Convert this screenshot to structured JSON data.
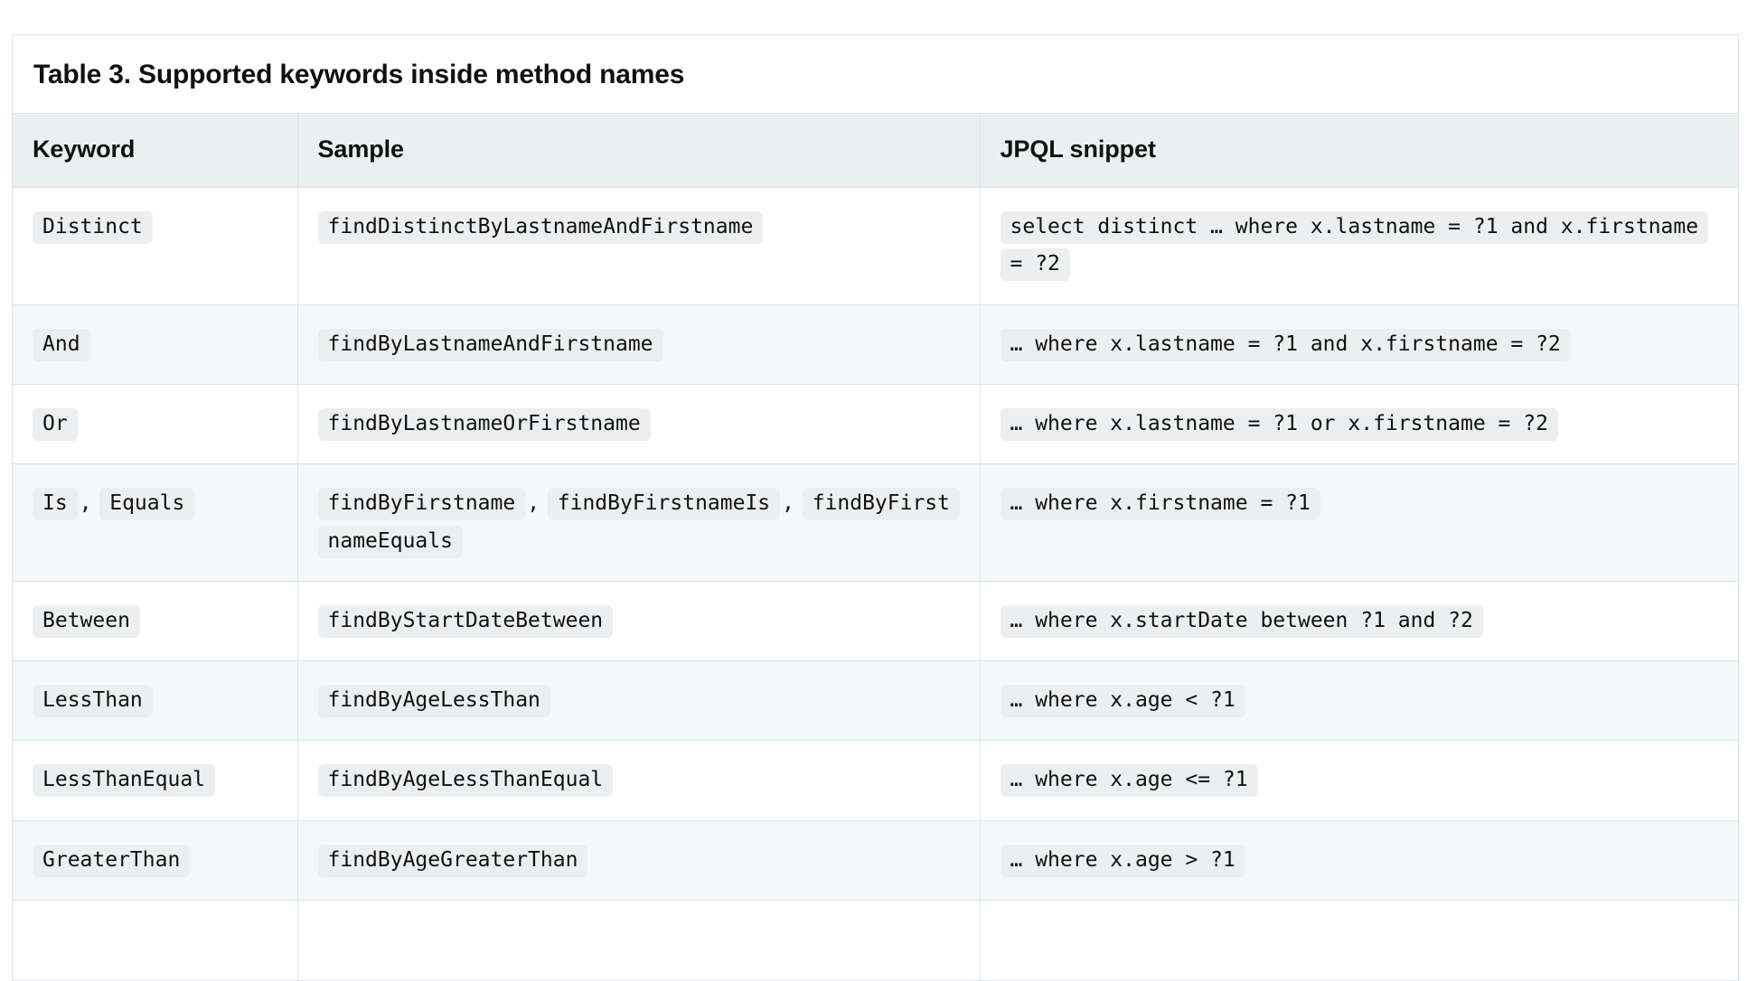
{
  "table": {
    "caption": "Table 3. Supported keywords inside method names",
    "columns": [
      "Keyword",
      "Sample",
      "JPQL snippet"
    ],
    "colors": {
      "header_bg": "#eaeff0",
      "stripe_bg": "#f5f8f9",
      "row_bg": "#ffffff",
      "border": "#dde3e5",
      "code_bg": "#eceeef",
      "text": "#101010"
    },
    "rows": [
      {
        "keyword": [
          "Distinct"
        ],
        "sample": [
          "findDistinctByLastnameAndFirstname"
        ],
        "jpql": [
          "select distinct … where x.lastname = ?1 and x.firstname = ?2"
        ]
      },
      {
        "keyword": [
          "And"
        ],
        "sample": [
          "findByLastnameAndFirstname"
        ],
        "jpql": [
          "… where x.lastname = ?1 and x.firstname = ?2"
        ]
      },
      {
        "keyword": [
          "Or"
        ],
        "sample": [
          "findByLastnameOrFirstname"
        ],
        "jpql": [
          "… where x.lastname = ?1 or x.firstname = ?2"
        ]
      },
      {
        "keyword": [
          "Is",
          "Equals"
        ],
        "sample": [
          "findByFirstname",
          "findByFirstnameIs",
          "findByFirstnameEquals"
        ],
        "jpql": [
          "… where x.firstname = ?1"
        ]
      },
      {
        "keyword": [
          "Between"
        ],
        "sample": [
          "findByStartDateBetween"
        ],
        "jpql": [
          "… where x.startDate between ?1 and ?2"
        ]
      },
      {
        "keyword": [
          "LessThan"
        ],
        "sample": [
          "findByAgeLessThan"
        ],
        "jpql": [
          "… where x.age < ?1"
        ]
      },
      {
        "keyword": [
          "LessThanEqual"
        ],
        "sample": [
          "findByAgeLessThanEqual"
        ],
        "jpql": [
          "… where x.age <= ?1"
        ]
      },
      {
        "keyword": [
          "GreaterThan"
        ],
        "sample": [
          "findByAgeGreaterThan"
        ],
        "jpql": [
          "… where x.age > ?1"
        ]
      }
    ]
  }
}
